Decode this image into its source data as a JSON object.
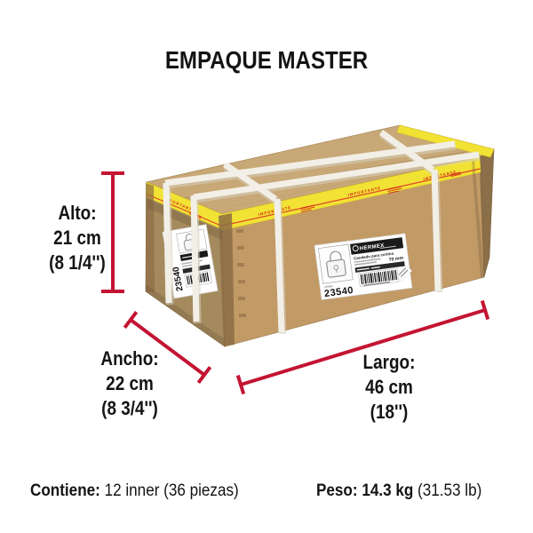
{
  "title": "EMPAQUE MASTER",
  "dim_alto": {
    "label": "Alto:",
    "metric": "21 cm",
    "imperial": "(8 1/4'')"
  },
  "dim_ancho": {
    "label": "Ancho:",
    "metric": "22 cm",
    "imperial": "(8 3/4'')"
  },
  "dim_largo": {
    "label": "Largo:",
    "metric": "46 cm",
    "imperial": "(18'')"
  },
  "footer": {
    "contiene_label": "Contiene:",
    "contiene_value": "12 inner (36 piezas)",
    "peso_label": "Peso: 14.3 kg",
    "peso_value": "(31.53 lb)"
  },
  "box": {
    "tape_text": "IMPORTANTE",
    "front_label": {
      "brand": "HERMEX",
      "product": "Candado para cortina",
      "size": "70 mm",
      "code_caption": "código",
      "code": "23540"
    },
    "side_label": {
      "code": "23540"
    },
    "colors": {
      "dimension_red": "#c41432",
      "tape_yellow": "#f2e234",
      "tape_text_red": "#d42015",
      "cardboard_front": "#c29a66",
      "cardboard_top": "#c8a876",
      "cardboard_side": "#a58a5e",
      "strap_white": "#f2efe7"
    }
  }
}
